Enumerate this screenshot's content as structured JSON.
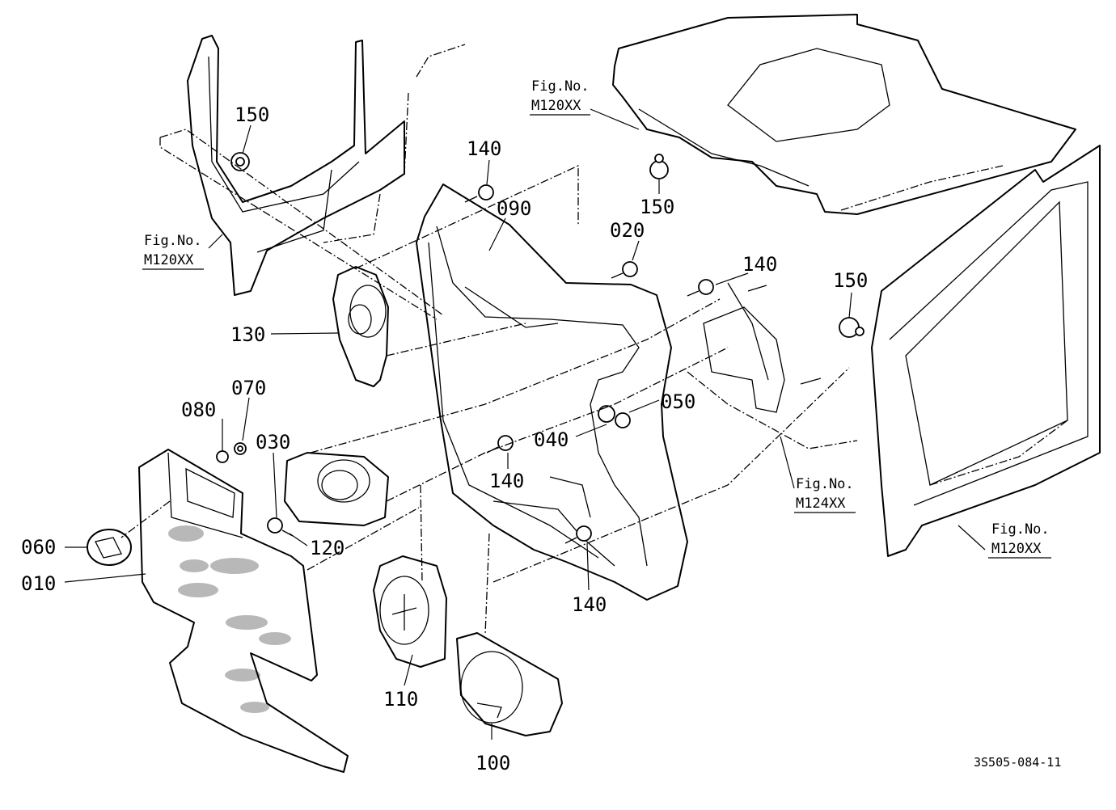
{
  "diagram": {
    "drawing_code": "3S505-084-11",
    "part_numbers": {
      "p010": "010",
      "p020": "020",
      "p030": "030",
      "p040": "040",
      "p050": "050",
      "p060": "060",
      "p070": "070",
      "p080": "080",
      "p090": "090",
      "p100": "100",
      "p110": "110",
      "p120": "120",
      "p130": "130",
      "p140": "140",
      "p150": "150"
    },
    "figure_refs": [
      {
        "label": "Fig.No.",
        "code": "M120XX"
      },
      {
        "label": "Fig.No.",
        "code": "M120XX"
      },
      {
        "label": "Fig.No.",
        "code": "M124XX"
      },
      {
        "label": "Fig.No.",
        "code": "M120XX"
      }
    ]
  }
}
